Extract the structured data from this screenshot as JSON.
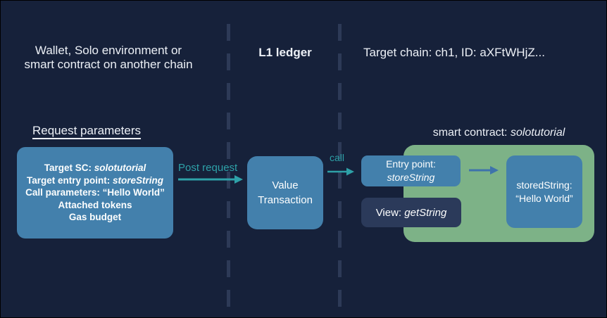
{
  "colors": {
    "background": "#16213A",
    "box_blue": "#4380AC",
    "box_dark_navy": "#2B3A5A",
    "box_green": "#7DB287",
    "teal": "#2EA1A8",
    "arrow_blue": "#3E73AB",
    "dash": "#2D3A57",
    "text_light": "#ECF0F6"
  },
  "lanes": {
    "source": {
      "title_line1": "Wallet, Solo environment or",
      "title_line2": "smart contract on another chain"
    },
    "ledger": {
      "title": "L1 ledger"
    },
    "target": {
      "title": "Target chain: ch1, ID: aXFtWHjZ..."
    }
  },
  "request": {
    "heading": "Request parameters",
    "lines": [
      {
        "text": "Target SC: ",
        "italic": "solotutorial"
      },
      {
        "text": "Target entry point: ",
        "italic": "storeString"
      },
      {
        "text": "Call parameters: “Hello World”",
        "italic": ""
      },
      {
        "text": "Attached tokens",
        "italic": ""
      },
      {
        "text": "Gas budget",
        "italic": ""
      }
    ]
  },
  "arrows": {
    "post_request_label": "Post request",
    "call_label": "call"
  },
  "value_transaction": {
    "line1": "Value",
    "line2": "Transaction"
  },
  "contract": {
    "title_text": "smart contract: ",
    "title_italic": "solotutorial",
    "entry_point": {
      "line1": "Entry point:",
      "line2_italic": "storeString"
    },
    "view": {
      "text": "View: ",
      "italic": "getString"
    },
    "stored": {
      "line1": "storedString:",
      "line2": "“Hello World”"
    }
  }
}
